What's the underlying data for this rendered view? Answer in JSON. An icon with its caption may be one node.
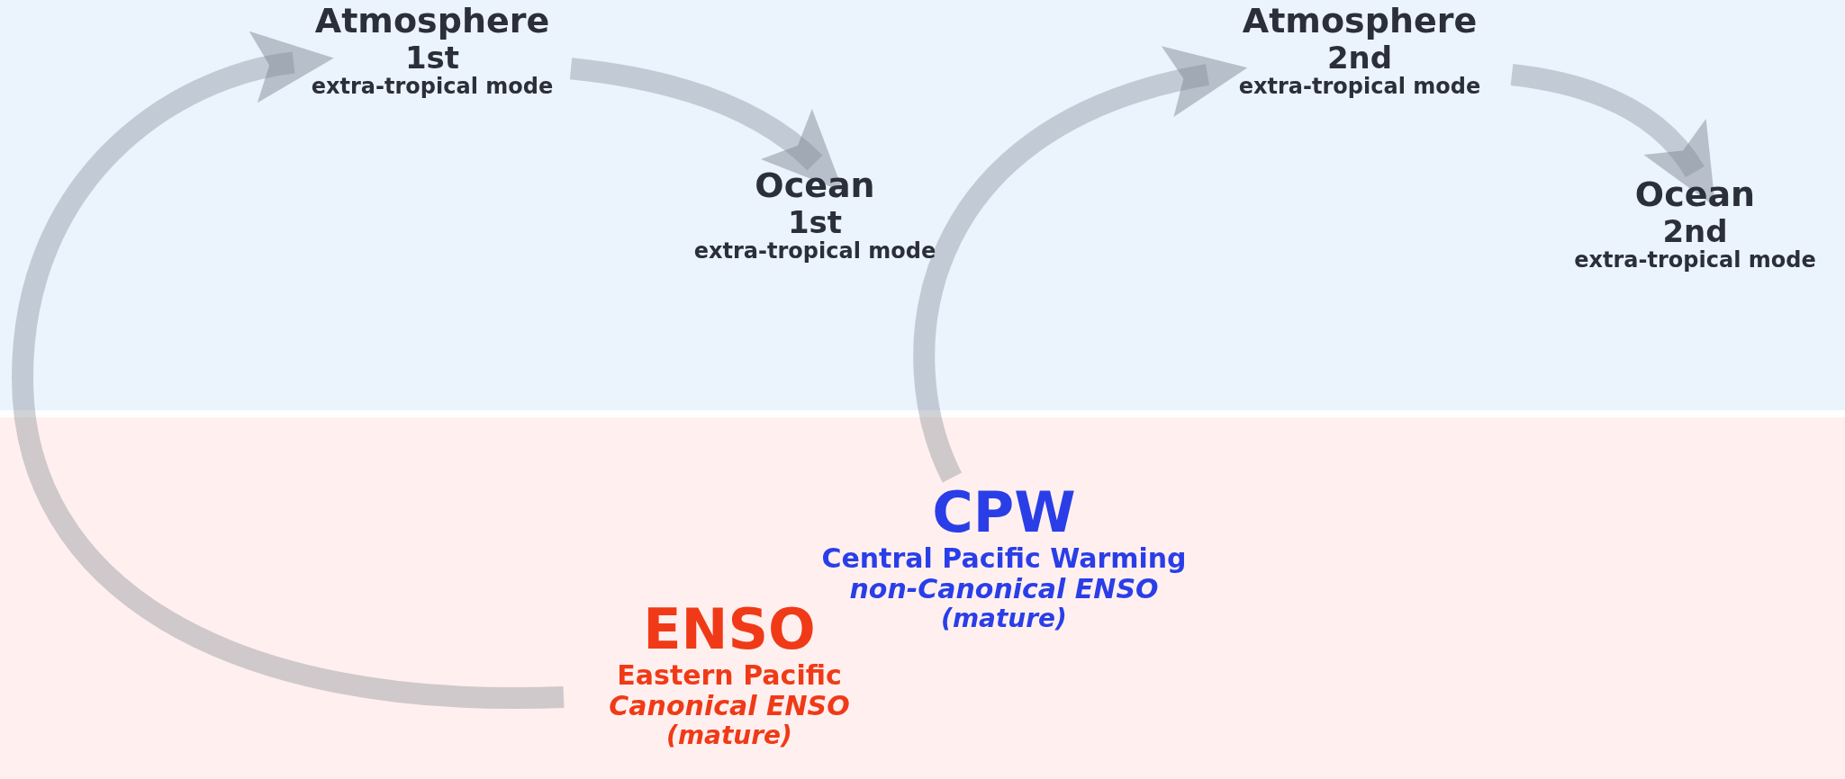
{
  "diagram": {
    "nodes": [
      {
        "text": [
          "Atmosphere",
          "1st",
          "extra-tropical mode"
        ]
      },
      {
        "text": [
          "Ocean",
          "1st",
          "extra-tropical mode"
        ]
      },
      {
        "text": [
          "Atmosphere",
          "2nd",
          "extra-tropical mode"
        ]
      },
      {
        "text": [
          "Ocean",
          "2nd",
          "extra-tropical mode"
        ]
      },
      {
        "text": [
          "CPW",
          "Central Pacific Warming",
          "non-Canonical ENSO",
          "(mature)"
        ]
      },
      {
        "text": [
          "ENSO",
          "Eastern Pacific",
          "Canonical ENSO",
          "(mature)"
        ]
      }
    ],
    "edges": [
      {
        "from": 5,
        "to": 0,
        "arrow": "to"
      },
      {
        "from": 0,
        "to": 1,
        "arrow": "to"
      },
      {
        "from": 4,
        "to": 2,
        "arrow": "to"
      },
      {
        "from": 2,
        "to": 3,
        "arrow": "to"
      }
    ]
  }
}
